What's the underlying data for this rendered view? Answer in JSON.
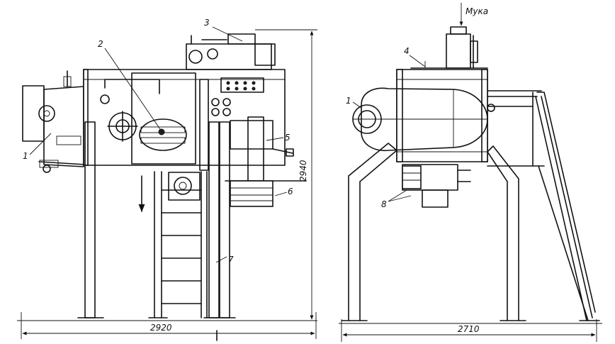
{
  "front_view": {
    "callouts": [
      "1",
      "2",
      "3",
      "5",
      "6",
      "7"
    ],
    "height_dimension": "2940",
    "width_dimension": "2920"
  },
  "side_view": {
    "flour_label": "Мука",
    "callouts": [
      "4",
      "1",
      "8"
    ],
    "width_dimension": "2710"
  }
}
